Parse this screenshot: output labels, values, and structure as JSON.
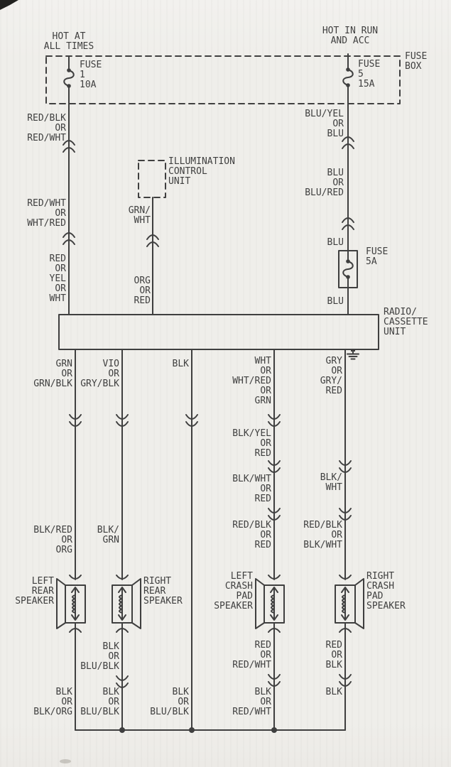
{
  "colors": {
    "paper": "#efeeea",
    "ink": "#3f3f3f"
  },
  "header": {
    "hot_at_all_times": "HOT AT\nALL TIMES",
    "hot_in_run_and_acc": "HOT IN RUN\nAND ACC",
    "fuse_box": "FUSE\nBOX",
    "fuse_1": "FUSE\n1\n10A",
    "fuse_5": "FUSE\n5\n15A"
  },
  "components": {
    "illumination_control_unit": "ILLUMINATION\nCONTROL\nUNIT",
    "radio_cassette_unit": "RADIO/\nCASSETTE\nUNIT",
    "inline_fuse": "FUSE\n5A",
    "speakers": {
      "left_rear": "LEFT\nREAR\nSPEAKER",
      "right_rear": "RIGHT\nREAR\nSPEAKER",
      "left_crash_pad": "LEFT\nCRASH\nPAD\nSPEAKER",
      "right_crash_pad": "RIGHT\nCRASH\nPAD\nSPEAKER"
    }
  },
  "wire_labels": {
    "battery_feed": {
      "seg1": "RED/BLK\nOR\nRED/WHT",
      "seg2": "RED/WHT\nOR\nWHT/RED",
      "seg3": "RED\nOR\nYEL\nOR\nWHT"
    },
    "illumination": {
      "seg1": "GRN/\nWHT",
      "seg2": "ORG\nOR\nRED"
    },
    "accessory_feed": {
      "seg1": "BLU/YEL\nOR\nBLU",
      "seg2": "BLU\nOR\nBLU/RED",
      "seg3": "BLU",
      "seg4": "BLU"
    },
    "left_rear": {
      "seg1": "GRN\nOR\nGRN/BLK",
      "seg2": "BLK/RED\nOR\nORG",
      "seg3": "BLK\nOR\nBLK/ORG"
    },
    "right_rear": {
      "seg1": "VIO\nOR\nGRY/BLK",
      "seg2": "BLK/\nGRN",
      "seg3": "BLK\nOR\nBLU/BLK",
      "seg4": "BLK\nOR\nBLU/BLK"
    },
    "common": {
      "seg1": "BLK",
      "seg2": "BLK\nOR\nBLU/BLK"
    },
    "left_crash_pad": {
      "seg1": "WHT\nOR\nWHT/RED\nOR\nGRN",
      "seg2": "BLK/YEL\nOR\nRED",
      "seg3": "BLK/WHT\nOR\nRED",
      "seg4": "RED/BLK\nOR\nRED",
      "seg5": "RED\nOR\nRED/WHT",
      "seg6": "BLK\nOR\nRED/WHT"
    },
    "right_crash_pad": {
      "seg1": "GRY\nOR\nGRY/\nRED",
      "seg2": "BLK/\nWHT",
      "seg3": "RED/BLK\nOR\nBLK/WHT",
      "seg4": "RED\nOR\nBLK",
      "seg5": "BLK"
    }
  }
}
